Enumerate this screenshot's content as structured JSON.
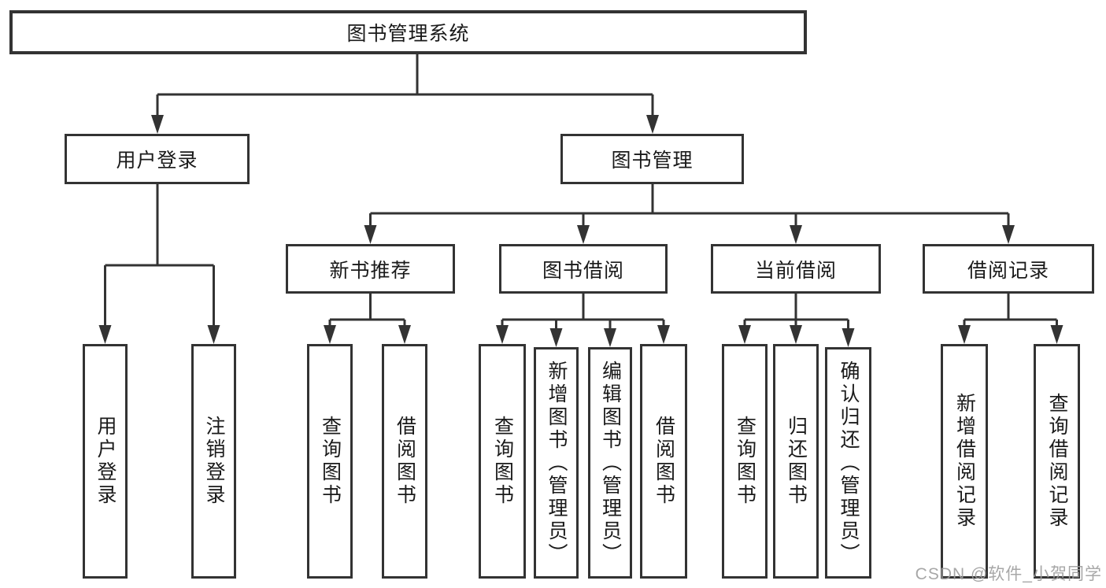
{
  "root": {
    "label": "图书管理系统"
  },
  "branches": [
    {
      "label": "用户登录",
      "children": [
        {
          "label": "用户登录"
        },
        {
          "label": "注销登录"
        }
      ]
    },
    {
      "label": "图书管理",
      "children": [
        {
          "label": "新书推荐",
          "children": [
            {
              "label": "查询图书"
            },
            {
              "label": "借阅图书"
            }
          ]
        },
        {
          "label": "图书借阅",
          "children": [
            {
              "label": "查询图书"
            },
            {
              "label": "新增图书（管理员）"
            },
            {
              "label": "编辑图书（管理员）"
            },
            {
              "label": "借阅图书"
            }
          ]
        },
        {
          "label": "当前借阅",
          "children": [
            {
              "label": "查询图书"
            },
            {
              "label": "归还图书"
            },
            {
              "label": "确认归还（管理员）"
            }
          ]
        },
        {
          "label": "借阅记录",
          "children": [
            {
              "label": "新增借阅记录"
            },
            {
              "label": "查询借阅记录"
            }
          ]
        }
      ]
    }
  ],
  "watermark": {
    "text": "CSDN @软件_小贺同学"
  },
  "colors": {
    "line": "#333333",
    "text": "#1a1a1a",
    "watermark": "#9e9e9e",
    "background": "#ffffff"
  }
}
